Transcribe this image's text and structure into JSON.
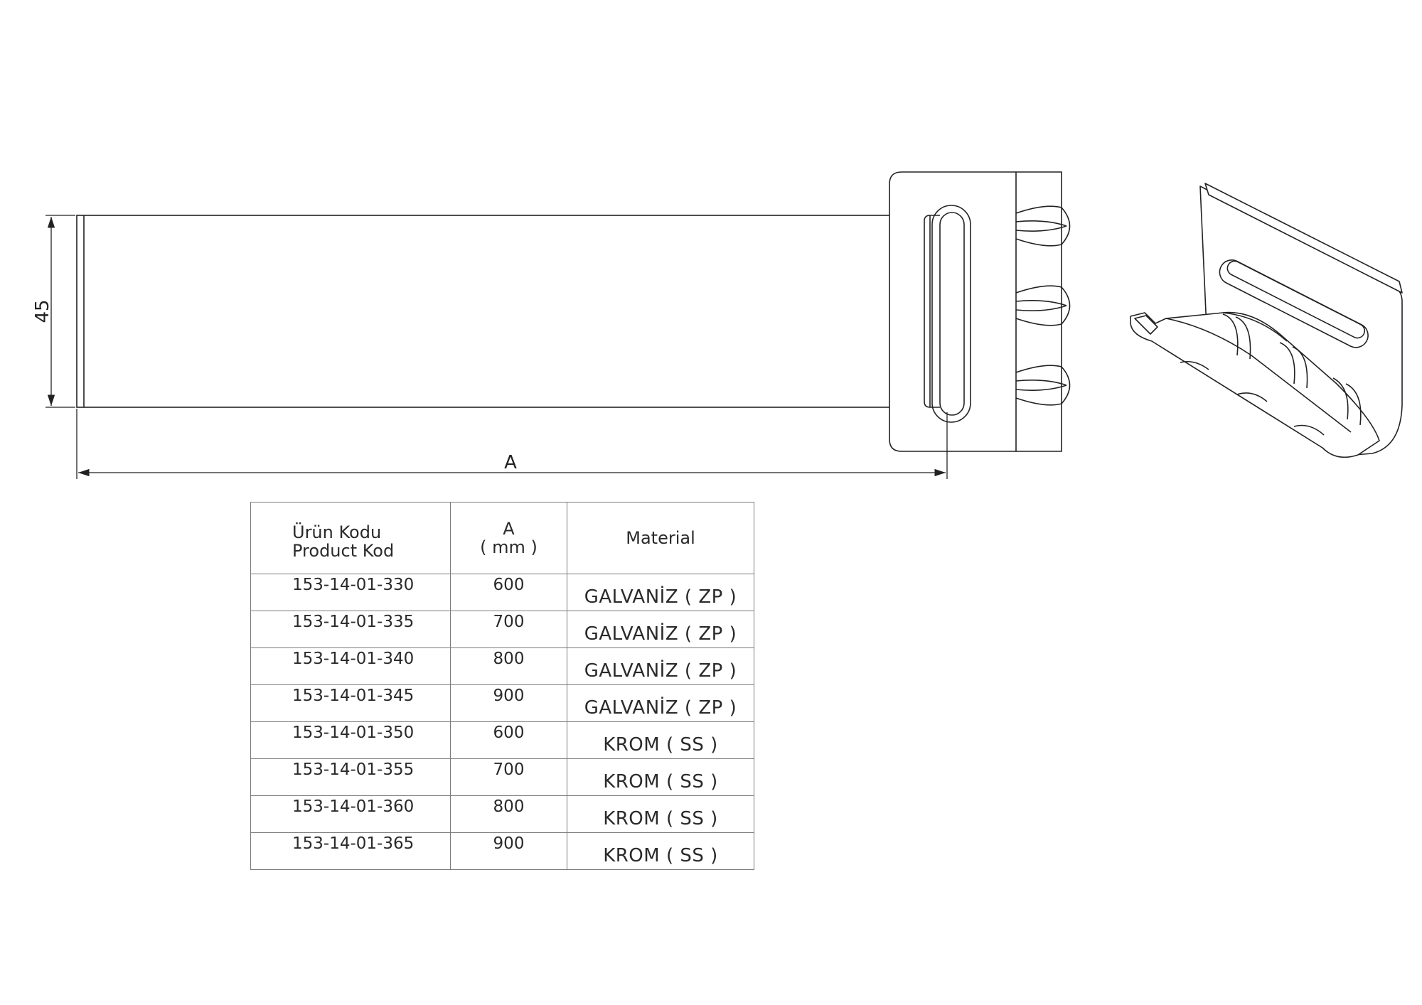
{
  "drawing": {
    "dimensions": {
      "height_label": "45",
      "length_label": "A"
    }
  },
  "table": {
    "headers": {
      "code_line1": "Ürün Kodu",
      "code_line2": "Product Kod",
      "a_line1": "A",
      "a_line2": "( mm )",
      "material": "Material"
    },
    "rows": [
      {
        "code": "153-14-01-330",
        "a": "600",
        "material": "GALVANİZ ( ZP )"
      },
      {
        "code": "153-14-01-335",
        "a": "700",
        "material": "GALVANİZ ( ZP )"
      },
      {
        "code": "153-14-01-340",
        "a": "800",
        "material": "GALVANİZ ( ZP )"
      },
      {
        "code": "153-14-01-345",
        "a": "900",
        "material": "GALVANİZ ( ZP )"
      },
      {
        "code": "153-14-01-350",
        "a": "600",
        "material": "KROM ( SS )"
      },
      {
        "code": "153-14-01-355",
        "a": "700",
        "material": "KROM ( SS )"
      },
      {
        "code": "153-14-01-360",
        "a": "800",
        "material": "KROM ( SS )"
      },
      {
        "code": "153-14-01-365",
        "a": "900",
        "material": "KROM ( SS )"
      }
    ]
  }
}
